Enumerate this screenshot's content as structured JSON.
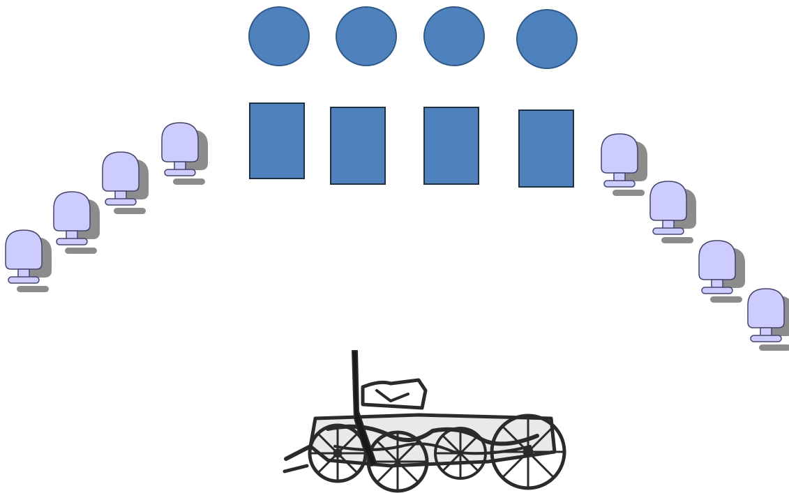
{
  "colors": {
    "background": "#ffffff",
    "person_fill": "#4f81bd",
    "person_stroke": "#2f5a8a",
    "desk_fill": "#4f81bd",
    "desk_stroke": "#1f2f44",
    "chair_fill": "#ccccff",
    "chair_stroke": "#44446a",
    "chair_shadow": "#8c8c8c",
    "wagon_ink": "#2b2b2b"
  },
  "diagram": {
    "people_count": 4,
    "desks_count": 4,
    "chairs_left_count": 4,
    "chairs_right_count": 4,
    "people_icon": "person-circle-icon",
    "desk_icon": "desk-rectangle-icon",
    "chair_icon": "office-chair-icon",
    "wagon_icon": "covered-wagon-with-rifle-icon"
  }
}
